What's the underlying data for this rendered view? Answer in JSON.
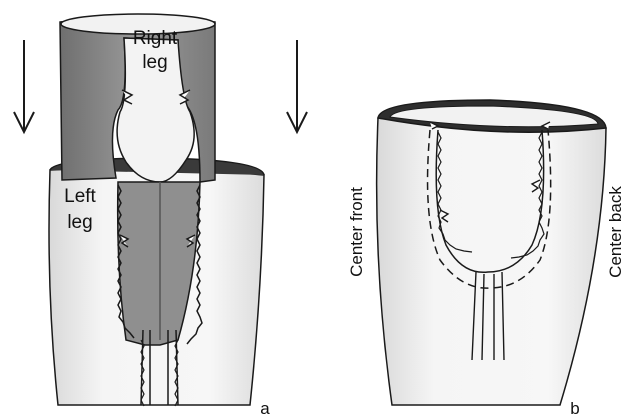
{
  "figure": {
    "panel_a": {
      "label_right_leg_line1": "Right",
      "label_right_leg_line2": "leg",
      "label_left_leg_line1": "Left",
      "label_left_leg_line2": "leg",
      "panel_letter": "a"
    },
    "panel_b": {
      "label_center_front": "Center front",
      "label_center_back": "Center back",
      "panel_letter": "b"
    }
  },
  "colors": {
    "fabric_dark": "#8c8c8c",
    "fabric_light": "#f4f4f4",
    "outline": "#1a1a1a"
  }
}
